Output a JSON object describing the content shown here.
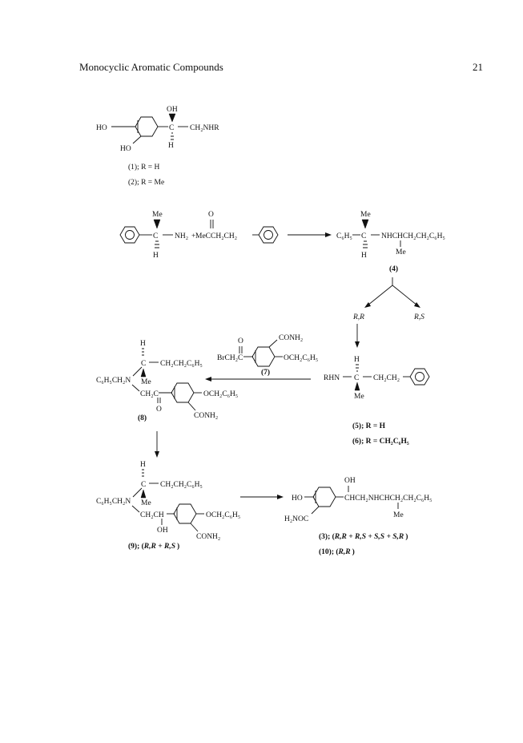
{
  "header": {
    "running_title": "Monocyclic Aromatic Compounds",
    "page_number": "21"
  },
  "structure_1": {
    "oh": "OH",
    "c": "C",
    "ch2nhr": "CH₂NHR",
    "h": "H",
    "ho_left": "HO",
    "ho_bottom": "HO",
    "label_1": "(1); R = H",
    "label_2": "(2); R = Me"
  },
  "reaction_1": {
    "amine_me": "Me",
    "amine_c": "C",
    "amine_nh2": "NH₂",
    "amine_h": "H",
    "plus": "+",
    "ketone_o": "O",
    "ketone_formula": "MeCCH₂CH₂",
    "product_me": "Me",
    "product_c6h5": "C₆H₅",
    "product_c": "C",
    "product_chain": "NHCHCH₂CH₂C₆H₅",
    "product_me2": "Me",
    "product_h": "H",
    "label_4": "(4)"
  },
  "resolution": {
    "rr": "R,R",
    "rs": "R,S"
  },
  "structure_5": {
    "h": "H",
    "rhn": "RHN",
    "c": "C",
    "ch2ch2": "CH₂CH₂",
    "me": "Me",
    "label_5": "(5); R = H",
    "label_6": "(6); R = CH₂C₆H₅"
  },
  "reagent_7": {
    "o": "O",
    "conh2": "CONH₂",
    "brch2c": "BrCH₂C",
    "och2c6h5": "OCH₂C₆H₅",
    "label": "(7)"
  },
  "structure_8": {
    "h": "H",
    "c": "C",
    "chain": "CH₂CH₂C₆H₅",
    "n_group": "C₆H₅CH₂N",
    "me": "Me",
    "ch2c": "CH₂C",
    "o": "O",
    "och2c6h5": "OCH₂C₆H₅",
    "conh2": "CONH₂",
    "label": "(8)"
  },
  "structure_9": {
    "h": "H",
    "c": "C",
    "chain": "CH₂CH₂C₆H₅",
    "n_group": "C₆H₅CH₂N",
    "me": "Me",
    "ch2ch": "CH₂CH",
    "oh": "OH",
    "och2c6h5": "OCH₂C₆H₅",
    "conh2": "CONH₂",
    "label_num": "(9); (",
    "label_iso": "R,R + R,S",
    "label_end": ")"
  },
  "structure_3": {
    "oh": "OH",
    "ho": "HO",
    "chain": "CHCH₂NHCHCH₂CH₂C₆H₅",
    "me": "Me",
    "h2noc": "H₂NOC",
    "label3_num": "(3); (",
    "label3_iso": "R,R + R,S + S,S + S,R",
    "label3_end": ")",
    "label10_num": "(10); (",
    "label10_iso": "R,R",
    "label10_end": ")"
  }
}
